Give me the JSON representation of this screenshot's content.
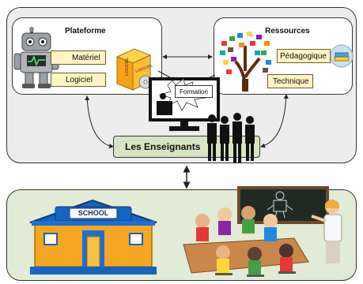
{
  "plateforme": {
    "title": "Plateforme",
    "items": [
      "Matériel",
      "Logiciel"
    ]
  },
  "ressources": {
    "title": "Ressources",
    "items": [
      "Pédagogique",
      "Technique"
    ]
  },
  "center": {
    "formation_label": "Formation"
  },
  "enseignants": {
    "label": "Les Enseignants"
  },
  "school": {
    "sign": "SCHOOL"
  },
  "box_label": "LOGICIEL",
  "colors": {
    "top_panel": "#eeeeee",
    "bottom_panel": "#e3ecd6",
    "inner_panel": "#ffffff",
    "label_fill": "#fff4c2",
    "enseignants_fill": "#d9e8c6",
    "school_roof": "#1565c0",
    "school_wall": "#f5a623"
  }
}
